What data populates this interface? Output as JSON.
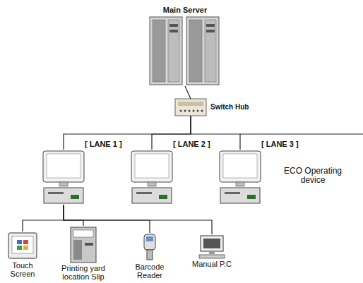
{
  "diagram": {
    "nodes": [
      {
        "text": [
          "Main Server"
        ]
      },
      {
        "text": [
          "Switch Hub"
        ]
      },
      {
        "text": [
          "[ LANE 1 ]"
        ]
      },
      {
        "text": [
          "[ LANE 2 ]"
        ]
      },
      {
        "text": [
          "[ LANE 3 ]"
        ]
      },
      {
        "text": [
          "Touch Screen"
        ]
      },
      {
        "text": [
          "Printing yard location Slip"
        ]
      },
      {
        "text": [
          "Barcode Reader"
        ]
      },
      {
        "text": [
          "Manual P.C"
        ]
      }
    ],
    "edges": [
      {
        "from": 0,
        "to": 1,
        "arrow": "none"
      },
      {
        "from": 1,
        "to": 2,
        "arrow": "none"
      },
      {
        "from": 1,
        "to": 3,
        "arrow": "none"
      },
      {
        "from": 1,
        "to": 4,
        "arrow": "none"
      },
      {
        "from": 2,
        "to": 5,
        "arrow": "none"
      },
      {
        "from": 2,
        "to": 6,
        "arrow": "none"
      },
      {
        "from": 2,
        "to": 7,
        "arrow": "none"
      },
      {
        "from": 2,
        "to": 8,
        "arrow": "none"
      }
    ],
    "labels": [
      "ECO Operating device"
    ]
  }
}
